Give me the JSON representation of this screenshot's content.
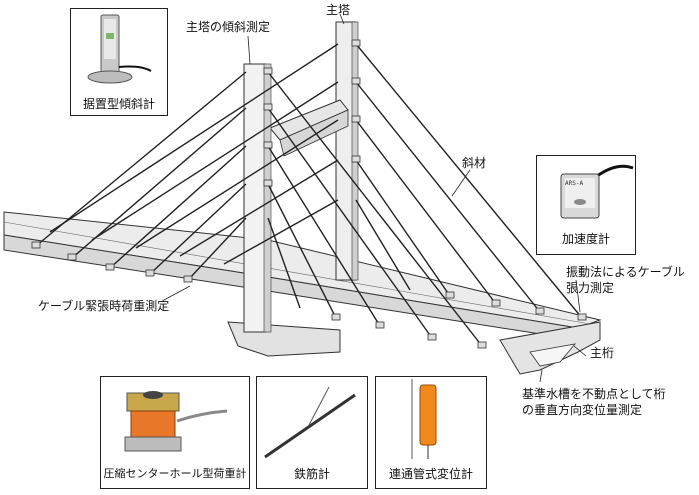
{
  "labels": {
    "tower_tilt": "主塔の傾斜測定",
    "main_tower": "主塔",
    "stay_cable": "斜材",
    "cable_tension": "ケーブル緊張時荷重測定",
    "vibration_tension": "振動法によるケーブル\n張力測定",
    "main_girder": "主桁",
    "deflection": "基準水槽を不動点として桁\nの垂直方向変位量測定"
  },
  "instruments": {
    "inclinometer": "据置型傾斜計",
    "accelerometer": "加速度計",
    "accelerometer_marking": "ARS-A",
    "load_cell": "圧縮センターホール型荷重計",
    "rebar_meter": "鉄筋計",
    "displacement_meter": "連通管式変位計"
  },
  "colors": {
    "steel": "#e9e9e9",
    "outline": "#333333",
    "cable": "#222222",
    "load_cell": "#e8772a",
    "displacement_body": "#f08a1c"
  }
}
